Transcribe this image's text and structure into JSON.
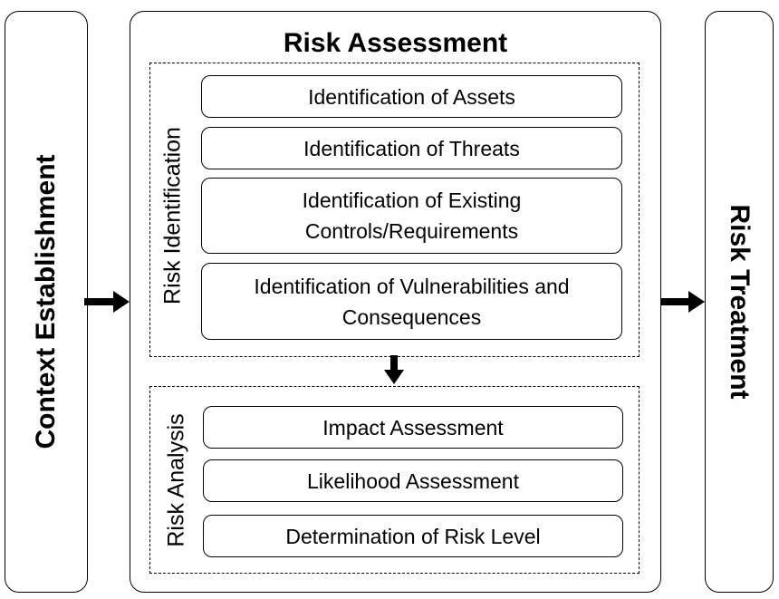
{
  "left_panel": {
    "label": "Context Establishment"
  },
  "main_panel": {
    "title": "Risk Assessment",
    "risk_identification": {
      "label": "Risk Identification",
      "steps": [
        "Identification of Assets",
        "Identification of Threats",
        "Identification of Existing Controls/Requirements",
        "Identification of Vulnerabilities and Consequences"
      ]
    },
    "risk_analysis": {
      "label": "Risk Analysis",
      "steps": [
        "Impact Assessment",
        "Likelihood Assessment",
        "Determination of Risk Level"
      ]
    }
  },
  "right_panel": {
    "label": "Risk Treatment"
  }
}
